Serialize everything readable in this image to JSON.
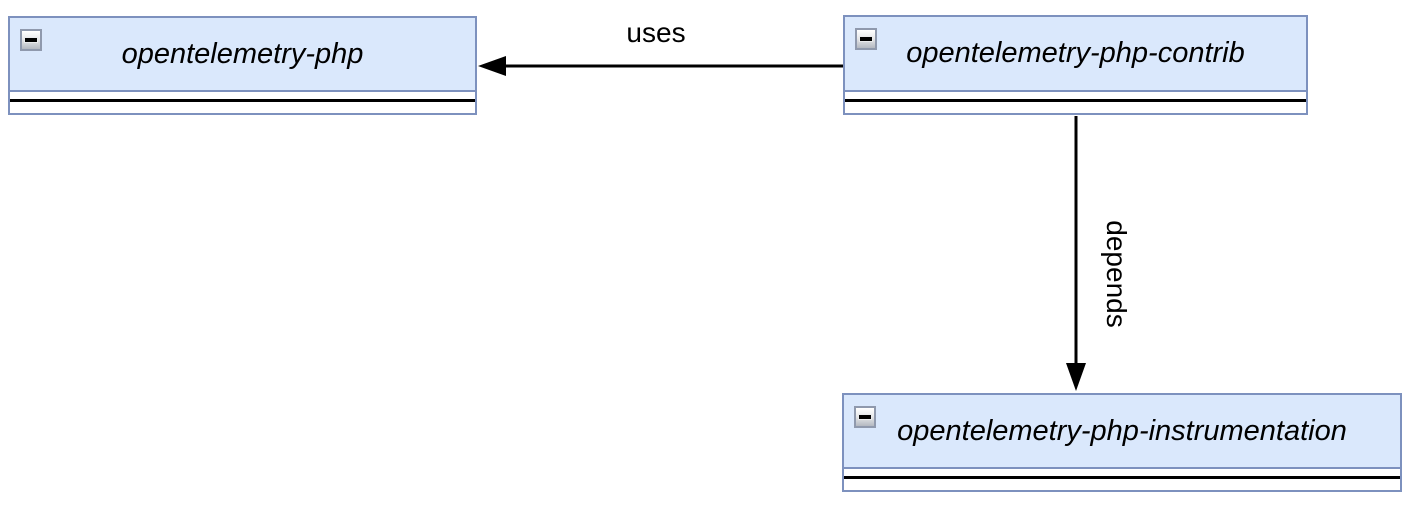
{
  "diagram": {
    "type": "uml-package-diagram",
    "nodes": [
      {
        "id": "opentelemetry-php",
        "label": "opentelemetry-php",
        "collapsed": false
      },
      {
        "id": "opentelemetry-php-contrib",
        "label": "opentelemetry-php-contrib",
        "collapsed": false
      },
      {
        "id": "opentelemetry-php-instrumentation",
        "label": "opentelemetry-php-instrumentation",
        "collapsed": false
      }
    ],
    "edges": [
      {
        "from": "opentelemetry-php-contrib",
        "to": "opentelemetry-php",
        "label": "uses",
        "direction": "left"
      },
      {
        "from": "opentelemetry-php-contrib",
        "to": "opentelemetry-php-instrumentation",
        "label": "depends",
        "direction": "down"
      }
    ],
    "icons": {
      "collapse": "minus-icon"
    },
    "colors": {
      "node_fill": "#dae8fc",
      "node_border": "#7d91be",
      "separator": "#000000",
      "arrow": "#000000",
      "text": "#000000",
      "background": "#ffffff"
    }
  }
}
